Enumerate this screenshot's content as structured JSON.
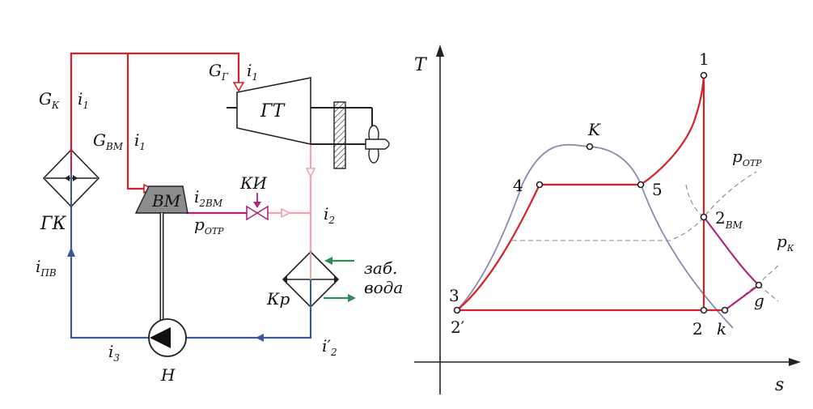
{
  "colors": {
    "steam": "#d8202a",
    "water": "#3b5998",
    "exhaust": "#f4a1b0",
    "extraction": "#b0247a",
    "cooling": "#2e8b57",
    "dome": "#8a8ab0",
    "isobar": "#888888"
  },
  "scheme": {
    "g_k": "G",
    "g_k_sub": "К",
    "g_vm": "G",
    "g_vm_sub": "ВМ",
    "g_g": "G",
    "g_g_sub": "Г",
    "i1": "i",
    "i1_sub": "1",
    "i2": "i",
    "i2_sub": "2",
    "i2vm": "i",
    "i2vm_sub": "2ВМ",
    "i2prime": "i′",
    "i2prime_sub": "2",
    "i3": "i",
    "i3_sub": "3",
    "ipv": "i",
    "ipv_sub": "ПВ",
    "p_otr": "p",
    "p_otr_sub": "ОТР",
    "gt": "ГТ",
    "gk": "ГК",
    "vm": "ВМ",
    "ki": "КИ",
    "kr": "Кр",
    "pump": "Н",
    "water_line1": "заб.",
    "water_line2": "вода"
  },
  "ts": {
    "axis_t": "T",
    "axis_s": "s",
    "crit": "K",
    "p1": "1",
    "p2": "2",
    "p2prime": "2′",
    "p3": "3",
    "p4": "4",
    "p5": "5",
    "p2vm": "2",
    "p2vm_sub": "ВМ",
    "pk_label": "k",
    "pg": "g",
    "p_otr": "p",
    "p_otr_sub": "ОТР",
    "p_k": "p",
    "p_k_sub": "К"
  }
}
